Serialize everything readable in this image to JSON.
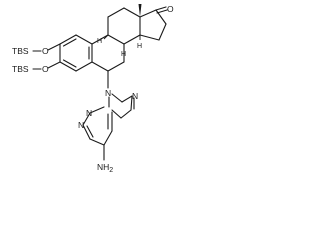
{
  "molecule": {
    "labels": {
      "otbs_2": "TBS",
      "otbs_3": "TBS",
      "o_2": "O",
      "o_3": "O",
      "ketone_o": "O",
      "n9": "N",
      "n1": "N",
      "n3": "N",
      "n7": "N",
      "amine": "NH",
      "amine_sub": "2",
      "h_8": "H",
      "h_9": "H",
      "h_14": "H"
    }
  }
}
